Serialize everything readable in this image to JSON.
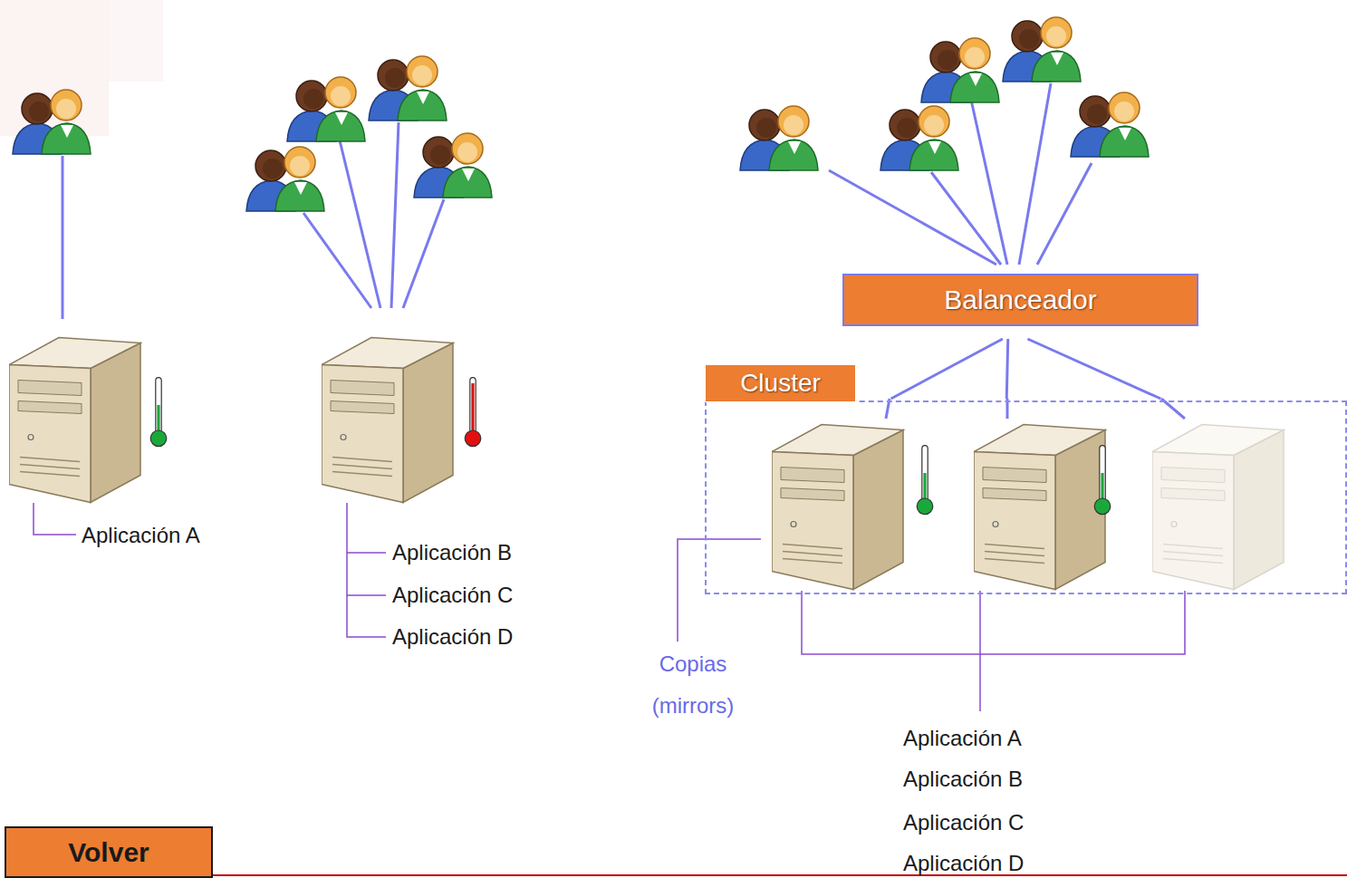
{
  "diagram": {
    "nodes": [
      {
        "text": [
          "Balanceador"
        ]
      },
      {
        "text": [
          "Cluster"
        ]
      },
      {
        "text": [
          "Volver"
        ]
      }
    ],
    "edges": [
      {
        "from": 0,
        "to": 1,
        "arrow": "none"
      },
      {
        "from": 0,
        "to": 1,
        "arrow": "none"
      },
      {
        "from": 0,
        "to": 1,
        "arrow": "none"
      }
    ],
    "labels": [
      "Aplicación A",
      "Aplicación B",
      "Aplicación C",
      "Aplicación D",
      "Copias (mirrors)",
      "Aplicación A",
      "Aplicación B",
      "Aplicación C",
      "Aplicación D"
    ]
  }
}
